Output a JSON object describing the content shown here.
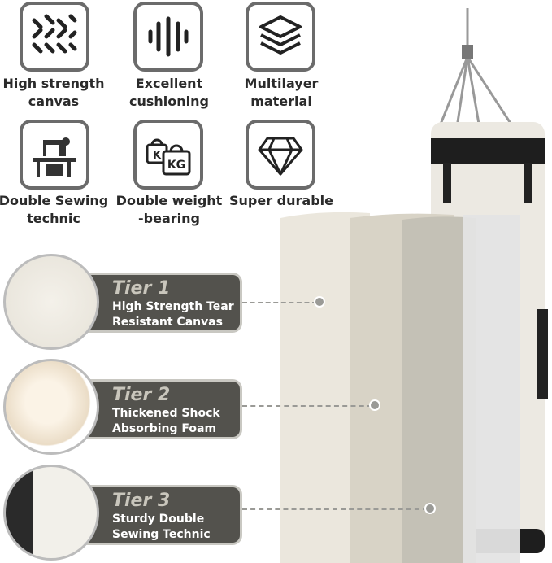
{
  "features": [
    {
      "icon": "canvas-pattern-icon",
      "label1": "High strength",
      "label2": "canvas"
    },
    {
      "icon": "cushion-bars-icon",
      "label1": "Excellent",
      "label2": "cushioning"
    },
    {
      "icon": "layers-icon",
      "label1": "Multilayer",
      "label2": "material"
    },
    {
      "icon": "sewing-machine-icon",
      "label1": "Double Sewing",
      "label2": "technic"
    },
    {
      "icon": "weight-icon",
      "label1": "Double weight",
      "label2": "-bearing",
      "weight_small": "K",
      "weight_big": "KG"
    },
    {
      "icon": "diamond-icon",
      "label1": "Super durable",
      "label2": ""
    }
  ],
  "tiers": [
    {
      "title": "Tier 1",
      "line1": "High Strength Tear",
      "line2": "Resistant Canvas"
    },
    {
      "title": "Tier 2",
      "line1": "Thickened Shock",
      "line2": "Absorbing Foam"
    },
    {
      "title": "Tier 3",
      "line1": "Sturdy Double",
      "line2": "Sewing Technic"
    }
  ]
}
